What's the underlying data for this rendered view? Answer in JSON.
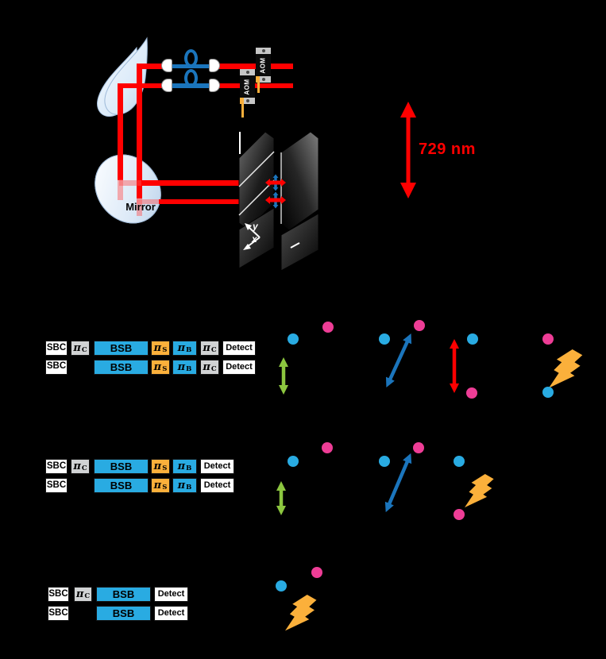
{
  "colors": {
    "red": "#FF0000",
    "pink": "#EE3D96",
    "cyan": "#29ABE2",
    "blue": "#1B75BC",
    "green": "#8CC63F",
    "orange": "#FBB03B",
    "gray": "#D1D3D4",
    "optic": "#D9E7F6"
  },
  "setup": {
    "mirror_label": "Mirror",
    "aom_label": "AOM",
    "wavelength_label": "729 nm",
    "axis_labels": {
      "x": "x",
      "y": "y"
    }
  },
  "sequences": {
    "rows": [
      {
        "lines": [
          {
            "pulses": [
              {
                "label": "SBC"
              },
              {
                "label": "π",
                "sub": "C"
              },
              {
                "label": "BSB"
              },
              {
                "label": "π",
                "sub": "S"
              },
              {
                "label": "π",
                "sub": "B"
              },
              {
                "label": "π",
                "sub": "C"
              },
              {
                "label": "Detect"
              }
            ]
          },
          {
            "pulses": [
              {
                "label": "SBC"
              },
              {
                "label": "BSB"
              },
              {
                "label": "π",
                "sub": "S"
              },
              {
                "label": "π",
                "sub": "B"
              },
              {
                "label": "π",
                "sub": "C"
              },
              {
                "label": "Detect"
              }
            ]
          }
        ]
      },
      {
        "lines": [
          {
            "pulses": [
              {
                "label": "SBC"
              },
              {
                "label": "π",
                "sub": "C"
              },
              {
                "label": "BSB"
              },
              {
                "label": "π",
                "sub": "S"
              },
              {
                "label": "π",
                "sub": "B"
              },
              {
                "label": "Detect"
              }
            ]
          },
          {
            "pulses": [
              {
                "label": "SBC"
              },
              {
                "label": "BSB"
              },
              {
                "label": "π",
                "sub": "S"
              },
              {
                "label": "π",
                "sub": "B"
              },
              {
                "label": "Detect"
              }
            ]
          }
        ]
      },
      {
        "lines": [
          {
            "pulses": [
              {
                "label": "SBC"
              },
              {
                "label": "π",
                "sub": "C"
              },
              {
                "label": "BSB"
              },
              {
                "label": "Detect"
              }
            ]
          },
          {
            "pulses": [
              {
                "label": "SBC"
              },
              {
                "label": "BSB"
              },
              {
                "label": "Detect"
              }
            ]
          }
        ]
      }
    ]
  },
  "level_diagrams": {
    "rows": [
      {
        "panels": [
          {
            "dots": [
              "cyan",
              "pink"
            ],
            "marker": "green-vertical-arrow"
          },
          {
            "dots": [
              "cyan",
              "pink"
            ],
            "marker": "blue-diagonal-arrow"
          },
          {
            "dots": [
              "cyan",
              "pink"
            ],
            "marker": "red-vertical-arrow"
          },
          {
            "dots": [
              "pink",
              "cyan"
            ],
            "marker": "lightning-bolt"
          }
        ]
      },
      {
        "panels": [
          {
            "dots": [
              "cyan",
              "pink"
            ],
            "marker": "green-vertical-arrow"
          },
          {
            "dots": [
              "cyan",
              "pink"
            ],
            "marker": "blue-diagonal-arrow"
          },
          {
            "dots": [
              "cyan",
              "pink"
            ],
            "marker": "lightning-bolt"
          }
        ]
      },
      {
        "panels": [
          {
            "dots": [
              "cyan",
              "pink"
            ],
            "marker": "lightning-bolt"
          }
        ]
      }
    ]
  }
}
